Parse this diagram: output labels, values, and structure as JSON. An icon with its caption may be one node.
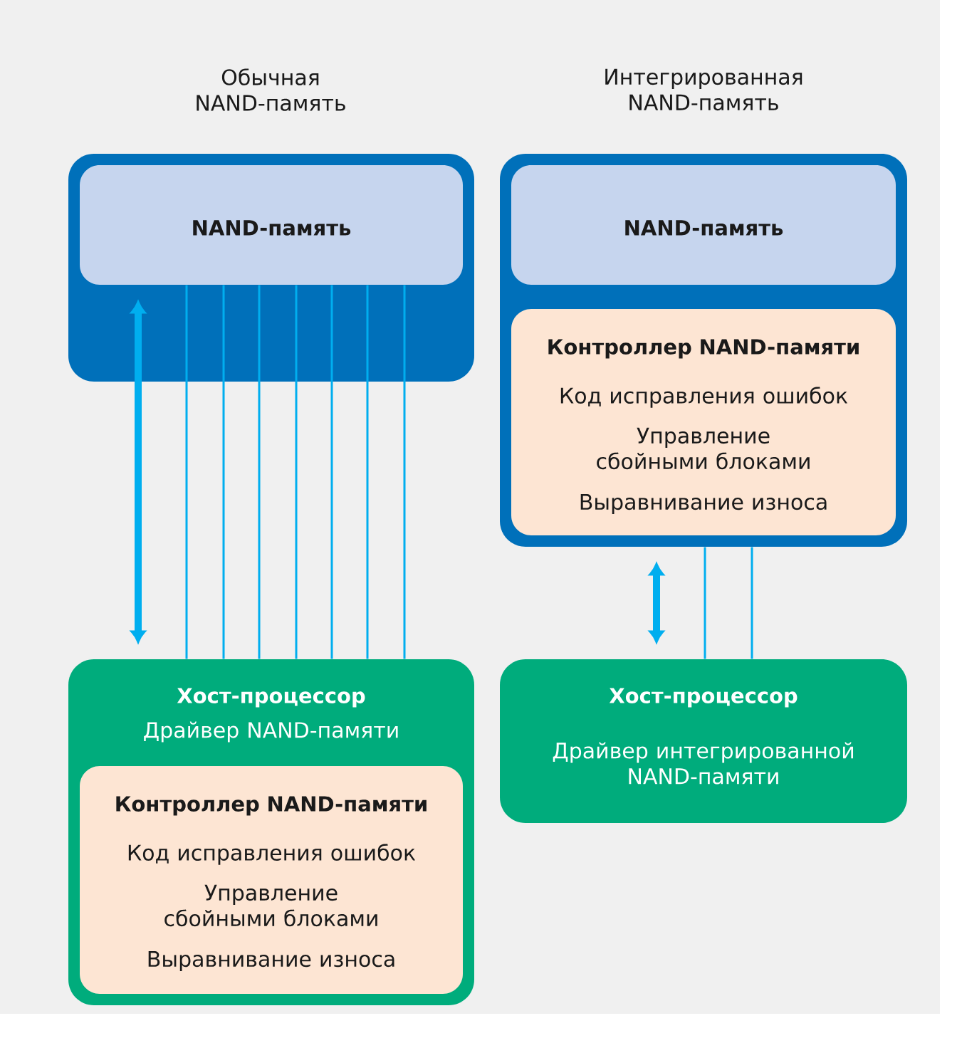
{
  "diagram": {
    "nodes": [
      {
        "text": [
          "Обычная NAND-память"
        ]
      },
      {
        "text": [
          "NAND-память"
        ],
        "in": 0
      },
      {
        "text": [
          "Хост-процессор",
          "Драйвер NAND-памяти"
        ]
      },
      {
        "text": [
          "Контроллер NAND-памяти",
          "Код исправления ошибок",
          "Управление сбойными блоками",
          "Выравнивание износа"
        ],
        "in": 2
      },
      {
        "text": [
          "Интегрированная NAND-память"
        ]
      },
      {
        "text": [
          "NAND-память"
        ],
        "in": 4
      },
      {
        "text": [
          "Контроллер NAND-памяти",
          "Код исправления ошибок",
          "Управление сбойными блоками",
          "Выравнивание износа"
        ],
        "in": 4
      },
      {
        "text": [
          "Хост-процессор",
          "Драйвер интегрированной NAND-памяти"
        ]
      }
    ],
    "edges": [
      {
        "from": 1,
        "to": 2,
        "arrow": "both",
        "style": "thick"
      },
      {
        "from": 1,
        "to": 2,
        "arrow": "none"
      },
      {
        "from": 1,
        "to": 2,
        "arrow": "none"
      },
      {
        "from": 1,
        "to": 2,
        "arrow": "none"
      },
      {
        "from": 1,
        "to": 2,
        "arrow": "none"
      },
      {
        "from": 1,
        "to": 2,
        "arrow": "none"
      },
      {
        "from": 1,
        "to": 2,
        "arrow": "none"
      },
      {
        "from": 1,
        "to": 2,
        "arrow": "none"
      },
      {
        "from": 4,
        "to": 7,
        "arrow": "both",
        "style": "thick"
      },
      {
        "from": 4,
        "to": 7,
        "arrow": "none"
      },
      {
        "from": 4,
        "to": 7,
        "arrow": "none"
      }
    ]
  }
}
